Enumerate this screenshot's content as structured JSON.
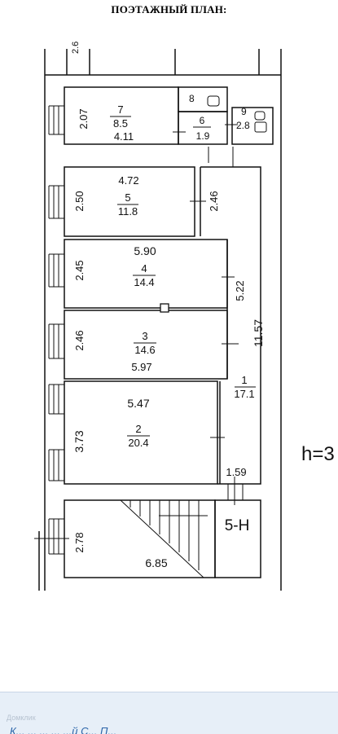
{
  "title": "ПОЭТАЖНЫЙ ПЛАН:",
  "top_fragment": "2.6",
  "rooms": [
    {
      "id": "7",
      "area": "8.5",
      "length": "4.11",
      "width": "2.07"
    },
    {
      "id": "8"
    },
    {
      "id": "6",
      "area": "1.9"
    },
    {
      "id": "9",
      "dim": "2.8"
    },
    {
      "id": "5",
      "area": "11.8",
      "length": "4.72",
      "width": "2.50",
      "side": "2.46"
    },
    {
      "id": "4",
      "area": "14.4",
      "length": "5.90",
      "width": "2.45",
      "side": "5.22"
    },
    {
      "id": "3",
      "area": "14.6",
      "length": "5.97",
      "width": "2.46"
    },
    {
      "id": "2",
      "area": "20.4",
      "length": "5.47",
      "width": "3.73"
    },
    {
      "id": "1",
      "area": "17.1",
      "side": "11.57",
      "bottom": "1.59"
    }
  ],
  "stair": {
    "width": "2.78",
    "length": "6.85",
    "label": "5-Н"
  },
  "height_label": "h=3",
  "footer": {
    "watermark": "Домклик",
    "text": "К... ... ... ... ...й С... П..."
  }
}
